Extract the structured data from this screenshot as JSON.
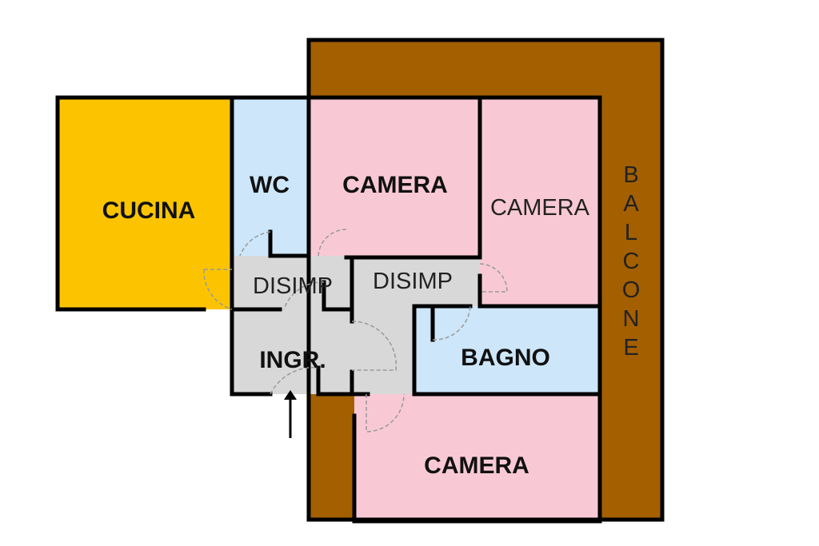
{
  "colors": {
    "kitchen": "#fcc400",
    "bath": "#cde6fa",
    "bedroom": "#f8c9d5",
    "balcony": "#a45f00",
    "hall": "#d8d8d8"
  },
  "rooms": {
    "cucina": "CUCINA",
    "wc": "WC",
    "camera_1": "CAMERA",
    "camera_2": "CAMERA",
    "camera_3": "CAMERA",
    "disimp_1": "DISIMP",
    "disimp_2": "DISIMP",
    "ingresso": "INGR.",
    "bagno": "BAGNO",
    "balcone": [
      "B",
      "A",
      "L",
      "C",
      "O",
      "N",
      "E"
    ]
  }
}
